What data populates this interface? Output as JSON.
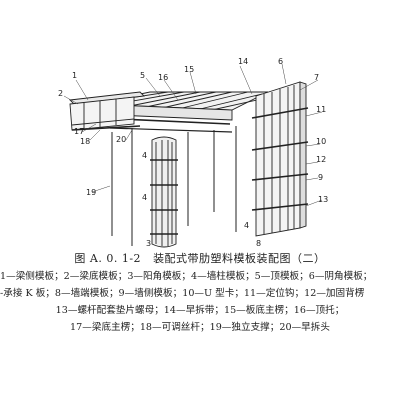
{
  "callouts": {
    "n1": "1",
    "n2": "2",
    "n3": "3",
    "n4": "4",
    "n5": "5",
    "n6": "6",
    "n7": "7",
    "n8": "8",
    "n9": "9",
    "n10": "10",
    "n11": "11",
    "n12": "12",
    "n13": "13",
    "n14": "14",
    "n15": "15",
    "n16": "16",
    "n17": "17",
    "n18": "18",
    "n19": "19",
    "n20": "20",
    "n4b": "4",
    "n4c": "4"
  },
  "caption": {
    "figure_number": "图 A. 0. 1-2",
    "figure_title": "装配式带肋塑料模板装配图（二）"
  },
  "legend": {
    "line1": "1—梁侧模板；2—梁底模板；3—阳角模板；4—墙柱模板；5—顶模板；6—阴角模板；",
    "line2": "-承接 K 板；8—墙端模板；9—墙侧模板；10—U 型卡；11—定位钩；12—加固背楞",
    "line3": "13—螺杆配套垫片螺母；14—早拆带；15—板底主楞；16—顶托；",
    "line4": "17—梁底主楞；18—可调丝杆；19—独立支撑；20—早拆头"
  }
}
